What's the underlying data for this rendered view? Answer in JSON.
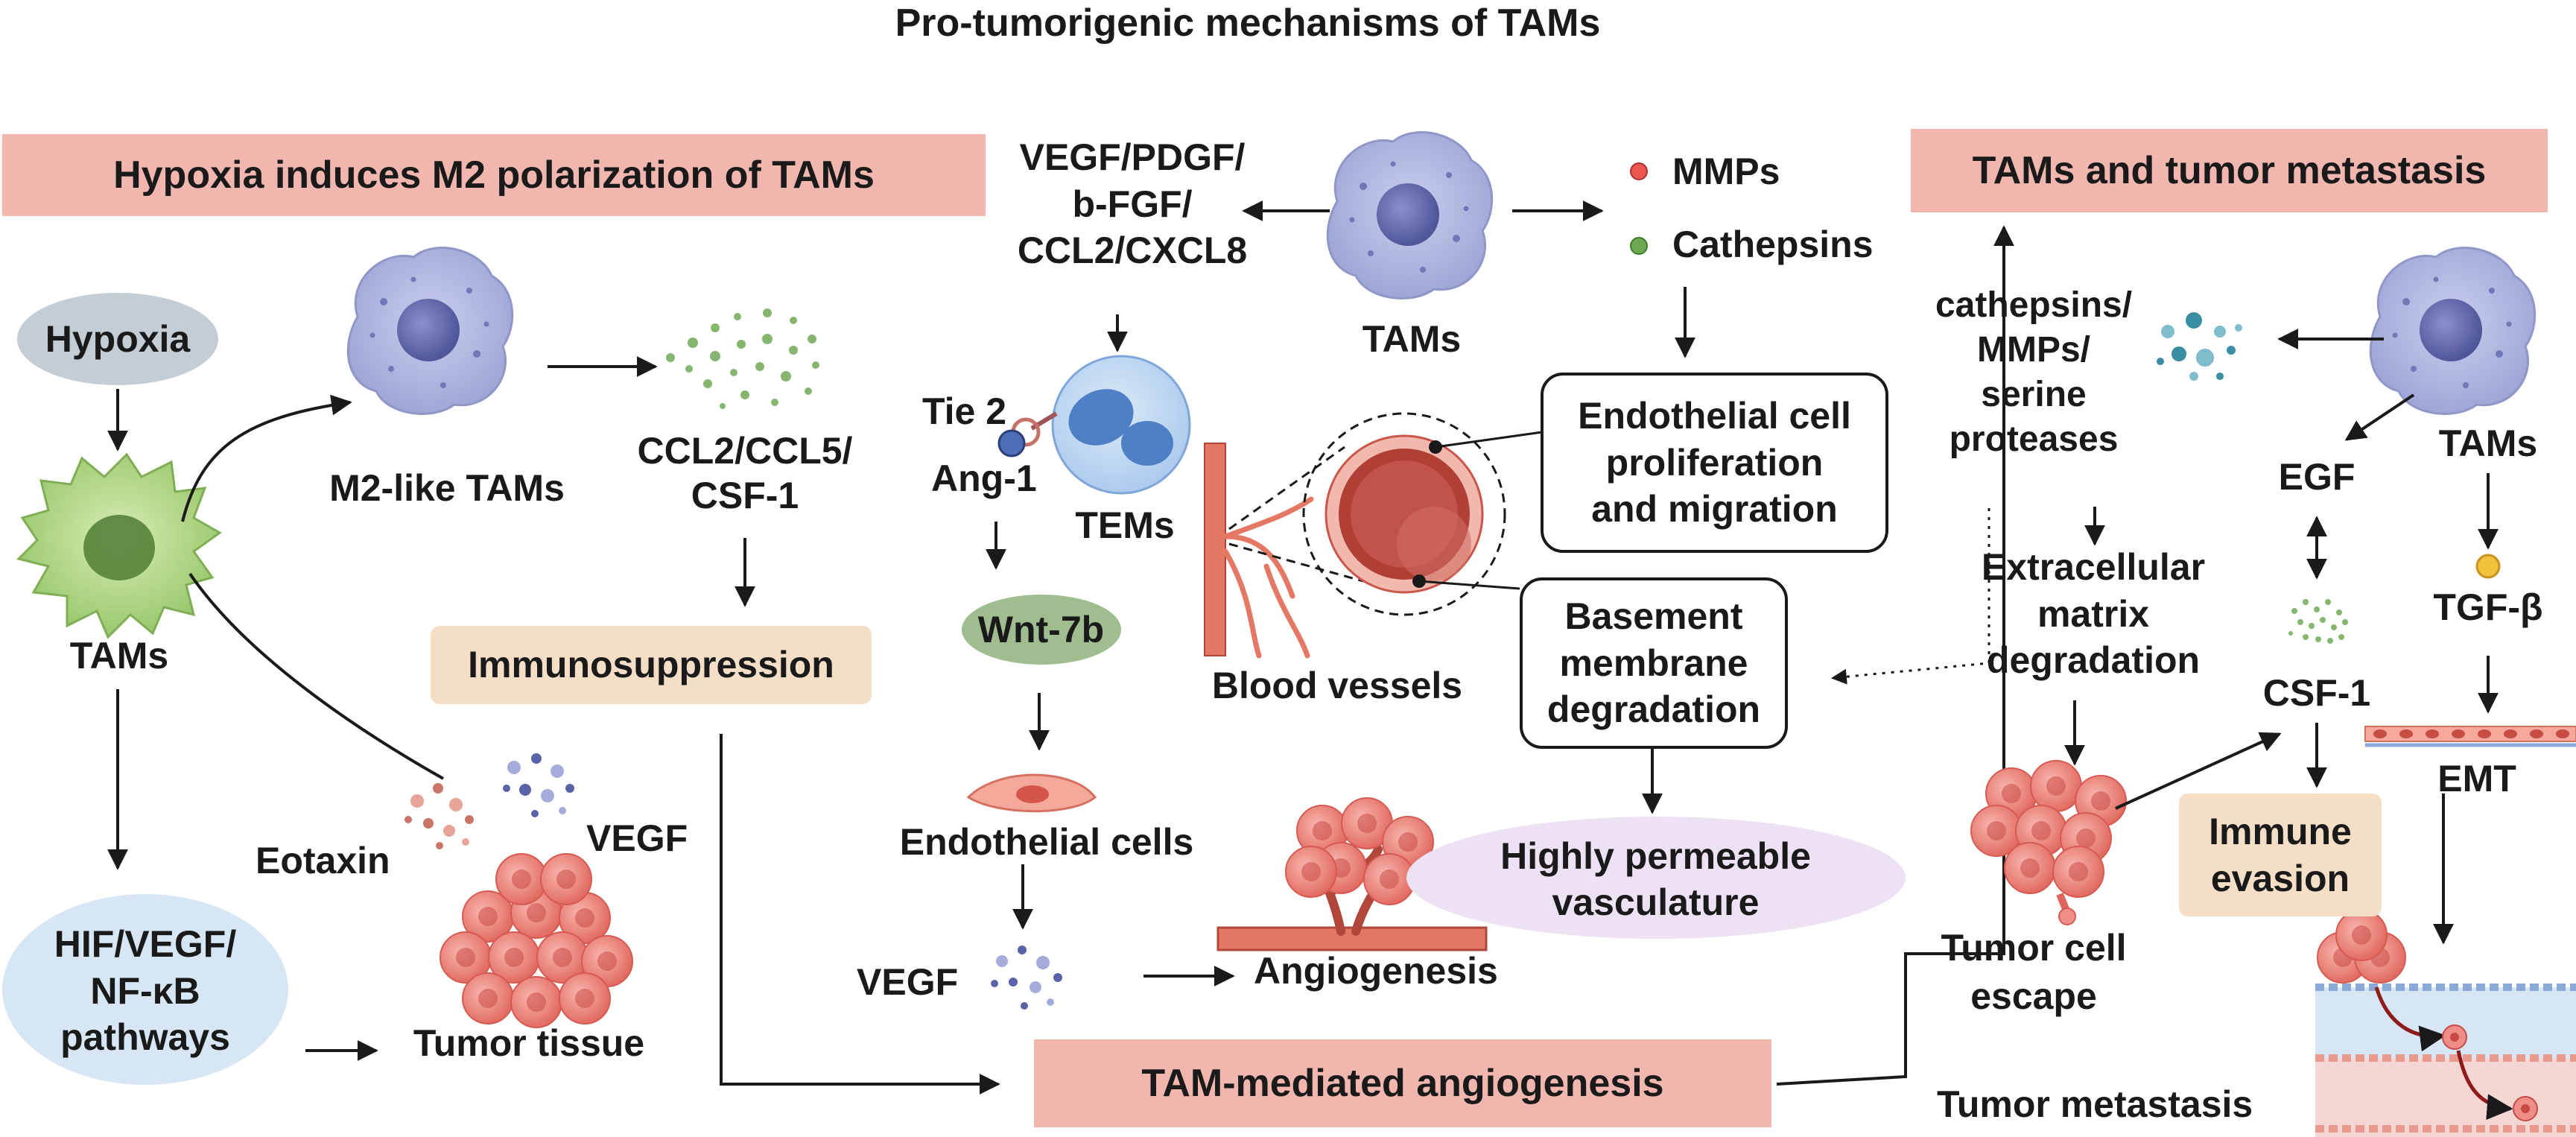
{
  "title": "Pro-tumorigenic mechanisms of TAMs",
  "panels": {
    "hypoxia": "Hypoxia induces M2 polarization of TAMs",
    "metastasis": "TAMs and tumor metastasis",
    "angiogenesis": "TAM-mediated angiogenesis"
  },
  "left": {
    "hypoxia": "Hypoxia",
    "tams": "TAMs",
    "m2_tams": "M2-like TAMs",
    "ccl": "CCL2/CCL5/\nCSF-1",
    "immunosuppression": "Immunosuppression",
    "eotaxin": "Eotaxin",
    "vegf": "VEGF",
    "pathways": "HIF/VEGF/\nNF-κB\npathways",
    "tumor_tissue": "Tumor tissue"
  },
  "middle": {
    "factors": "VEGF/PDGF/\nb-FGF/\nCCL2/CXCL8",
    "tams": "TAMs",
    "mmps": "MMPs",
    "cathepsins": "Cathepsins",
    "tie2": "Tie 2",
    "ang1": "Ang-1",
    "tems": "TEMs",
    "wnt": "Wnt-7b",
    "blood_vessels": "Blood vessels",
    "endothelial_prolif": "Endothelial cell\nproliferation\nand migration",
    "basement": "Basement\nmembrane\ndegradation",
    "endothelial_cells": "Endothelial cells",
    "vegf": "VEGF",
    "angiogenesis": "Angiogenesis",
    "permeable": "Highly permeable\nvasculature"
  },
  "right": {
    "proteases": "cathepsins/\nMMPs/\nserine\nproteases",
    "tams": "TAMs",
    "egf": "EGF",
    "ecm": "Extracellular\nmatrix\ndegradation",
    "csf1": "CSF-1",
    "tgfb": "TGF-β",
    "emt": "EMT",
    "immune_evasion": "Immune\nevasion",
    "escape": "Tumor cell\nescape",
    "metastasis": "Tumor metastasis"
  },
  "colors": {
    "panel_header": "#f1b7af",
    "beige_box": "#f5dec6",
    "hypoxia_pill": "#c3cdd3",
    "wnt_pill": "#9fbd8f",
    "pathway_pill": "#d6e6f4",
    "permeable_pill": "#ece2f3",
    "macrophage": "#aab2dc",
    "nucleus": "#6c73b4",
    "green_tam": "#b5d98a",
    "tumor": "#ef8e86",
    "vessel": "#e57765",
    "mmp_dot": "#e9574d",
    "cathepsin_dot": "#6ca84f",
    "tgf_dot": "#f2c23e"
  }
}
